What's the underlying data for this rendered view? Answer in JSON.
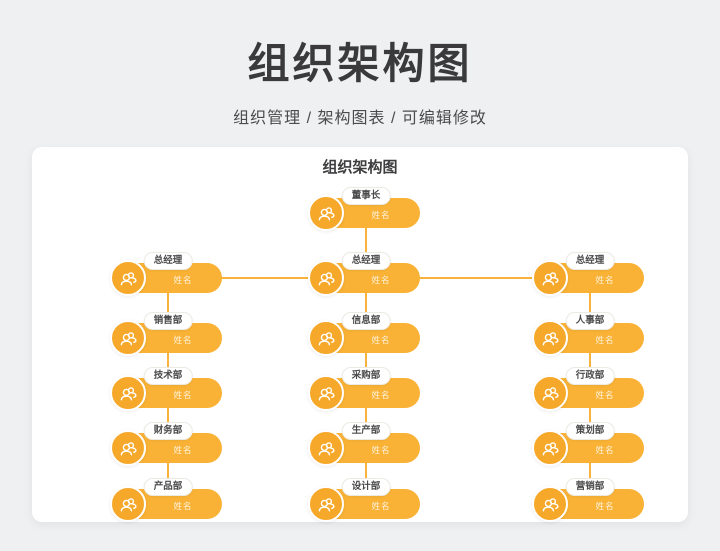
{
  "page": {
    "title": "组织架构图",
    "subtitle": "组织管理 / 架构图表 / 可编辑修改"
  },
  "card": {
    "title": "组织架构图"
  },
  "org_chart": {
    "name_placeholder": "姓名",
    "root": {
      "title": "董事长"
    },
    "branches": [
      {
        "manager": "总经理",
        "departments": [
          "销售部",
          "技术部",
          "财务部",
          "产品部"
        ]
      },
      {
        "manager": "总经理",
        "departments": [
          "信息部",
          "采购部",
          "生产部",
          "设计部"
        ]
      },
      {
        "manager": "总经理",
        "departments": [
          "人事部",
          "行政部",
          "策划部",
          "营销部"
        ]
      }
    ]
  },
  "colors": {
    "accent": "#f9b235",
    "accent_deep": "#f6a82a",
    "connector": "#f9b33c",
    "heading": "#3a3a3c",
    "background": "#eef0f2",
    "card": "#ffffff"
  }
}
